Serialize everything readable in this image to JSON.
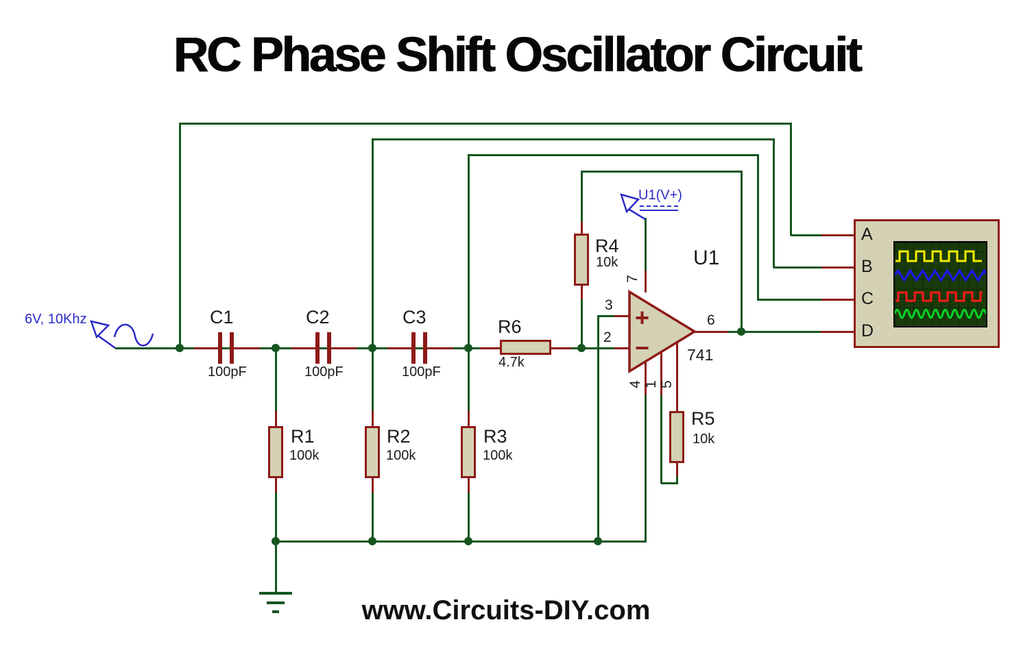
{
  "title": "RC Phase Shift Oscillator Circuit",
  "footer": {
    "url": "www.Circuits-DIY.com"
  },
  "source": {
    "label": "6V, 10Khz"
  },
  "power_flag": {
    "label": "U1(V+)"
  },
  "opamp": {
    "ref": "U1",
    "part": "741",
    "plus": "+",
    "minus": "−",
    "pins": {
      "noninv": "3",
      "inv": "2",
      "out": "6",
      "vplus": "7",
      "vminus": "4",
      "offset1": "1",
      "offset2": "5"
    }
  },
  "components": {
    "c1": {
      "ref": "C1",
      "value": "100pF"
    },
    "c2": {
      "ref": "C2",
      "value": "100pF"
    },
    "c3": {
      "ref": "C3",
      "value": "100pF"
    },
    "r1": {
      "ref": "R1",
      "value": "100k"
    },
    "r2": {
      "ref": "R2",
      "value": "100k"
    },
    "r3": {
      "ref": "R3",
      "value": "100k"
    },
    "r4": {
      "ref": "R4",
      "value": "10k"
    },
    "r5": {
      "ref": "R5",
      "value": "10k"
    },
    "r6": {
      "ref": "R6",
      "value": "4.7k"
    }
  },
  "oscilloscope": {
    "channels": [
      {
        "label": "A"
      },
      {
        "label": "B"
      },
      {
        "label": "C"
      },
      {
        "label": "D"
      }
    ],
    "screen": {
      "width": 133,
      "height": 122
    },
    "waveforms": [
      {
        "channel": "A",
        "shape": "square",
        "color": "#f2ee00",
        "baseline": 27,
        "amplitude": 14,
        "period": 24,
        "start": 6
      },
      {
        "channel": "B",
        "shape": "triangle",
        "color": "#1a1aff",
        "mid": 48,
        "amplitude": 7,
        "period": 18,
        "start": 0
      },
      {
        "channel": "C",
        "shape": "square",
        "color": "#ff1a1a",
        "baseline": 85,
        "amplitude": 12,
        "period": 24,
        "start": 4
      },
      {
        "channel": "D",
        "shape": "sine",
        "color": "#06d428",
        "mid": 104,
        "amplitude": 6,
        "period": 14,
        "start": 0
      }
    ]
  },
  "colors": {
    "wire": "#155520",
    "component": "#8e1a16",
    "body_fill": "#d4d1b5",
    "annotation_blue": "#2a2ac8",
    "screen_bg": "#1b3a0c"
  }
}
